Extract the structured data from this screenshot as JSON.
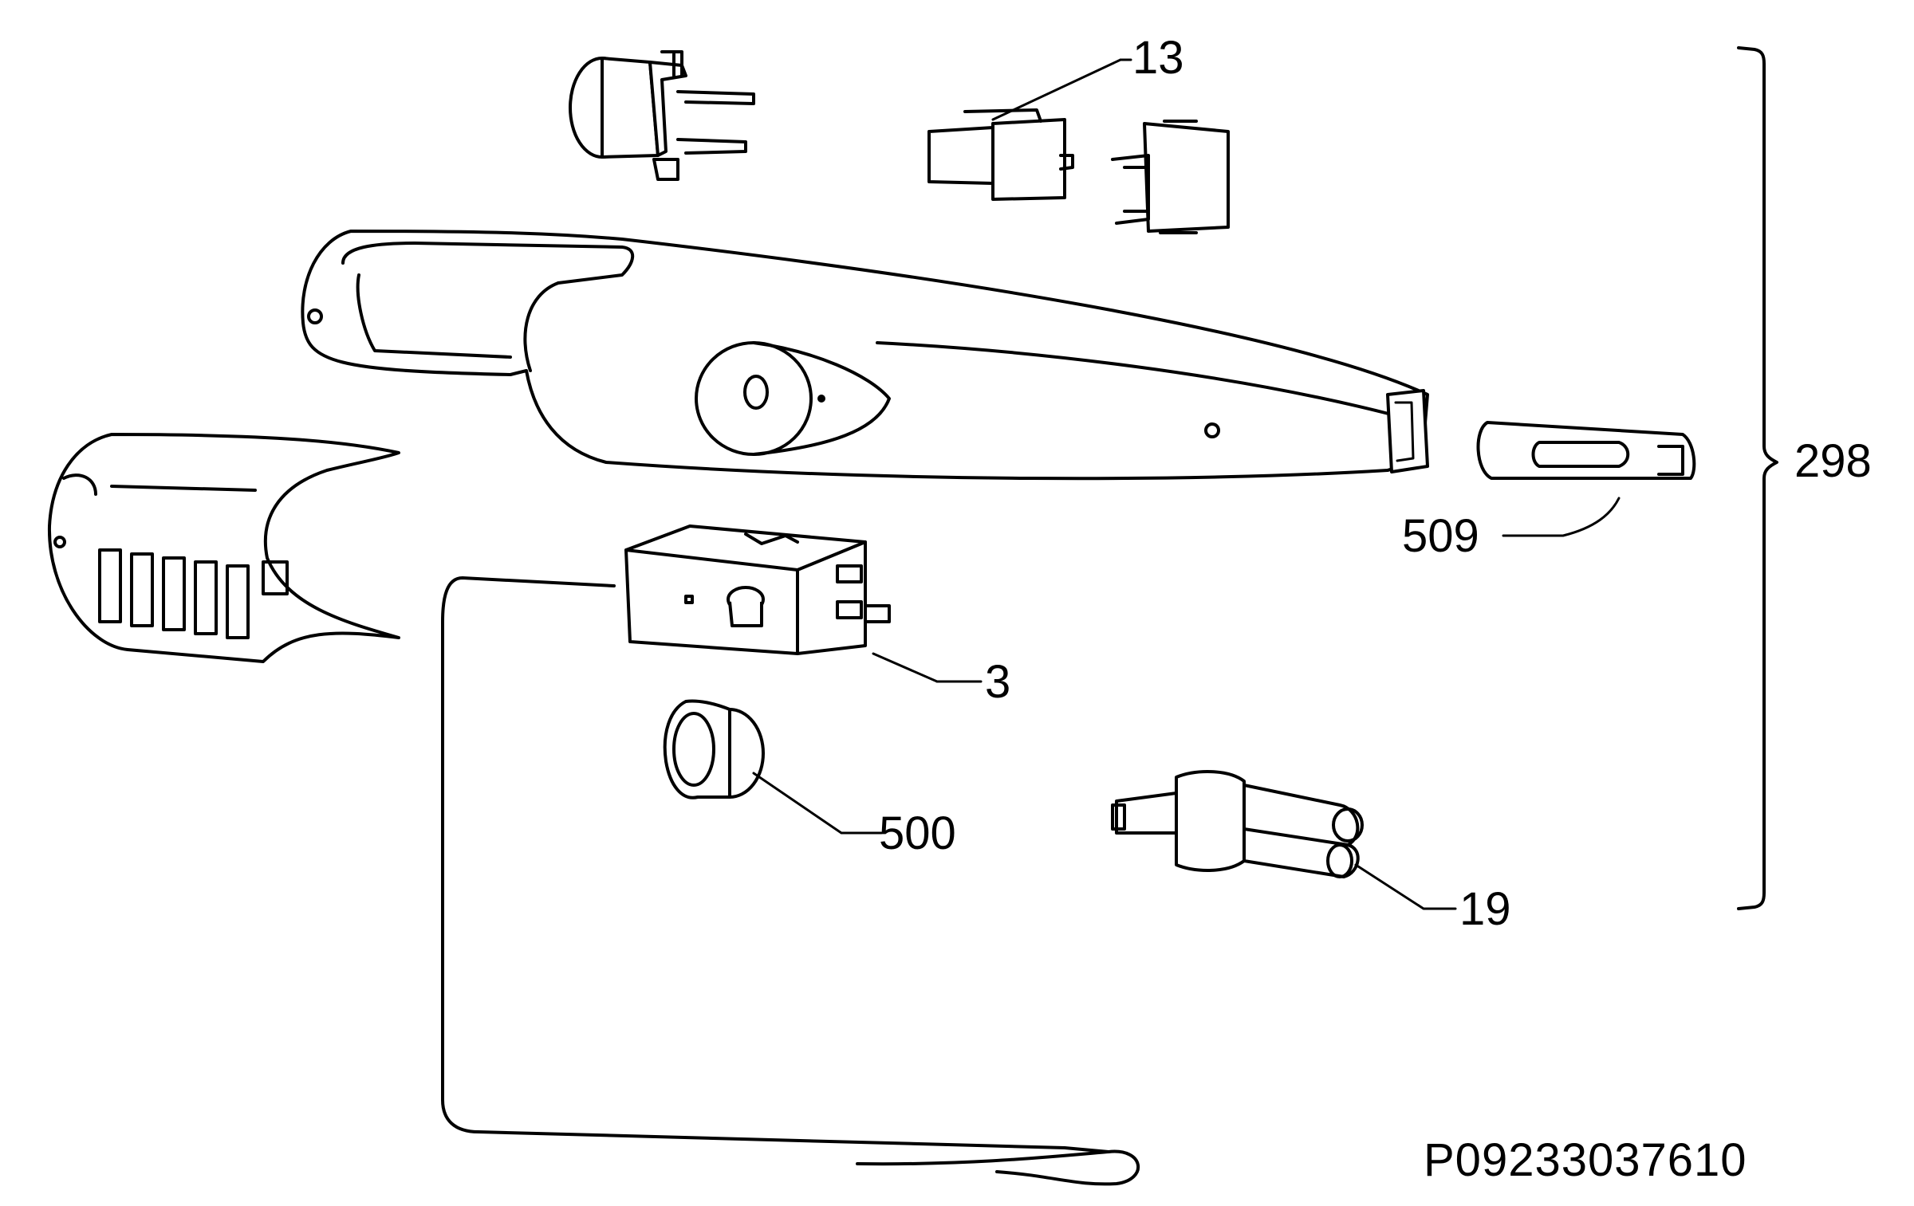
{
  "diagram": {
    "type": "exploded-parts-view",
    "callouts": [
      {
        "id": "13",
        "label": "13"
      },
      {
        "id": "298",
        "label": "298"
      },
      {
        "id": "509",
        "label": "509"
      },
      {
        "id": "3",
        "label": "3"
      },
      {
        "id": "500",
        "label": "500"
      },
      {
        "id": "19",
        "label": "19"
      }
    ],
    "reference_code": "P09233037610"
  }
}
